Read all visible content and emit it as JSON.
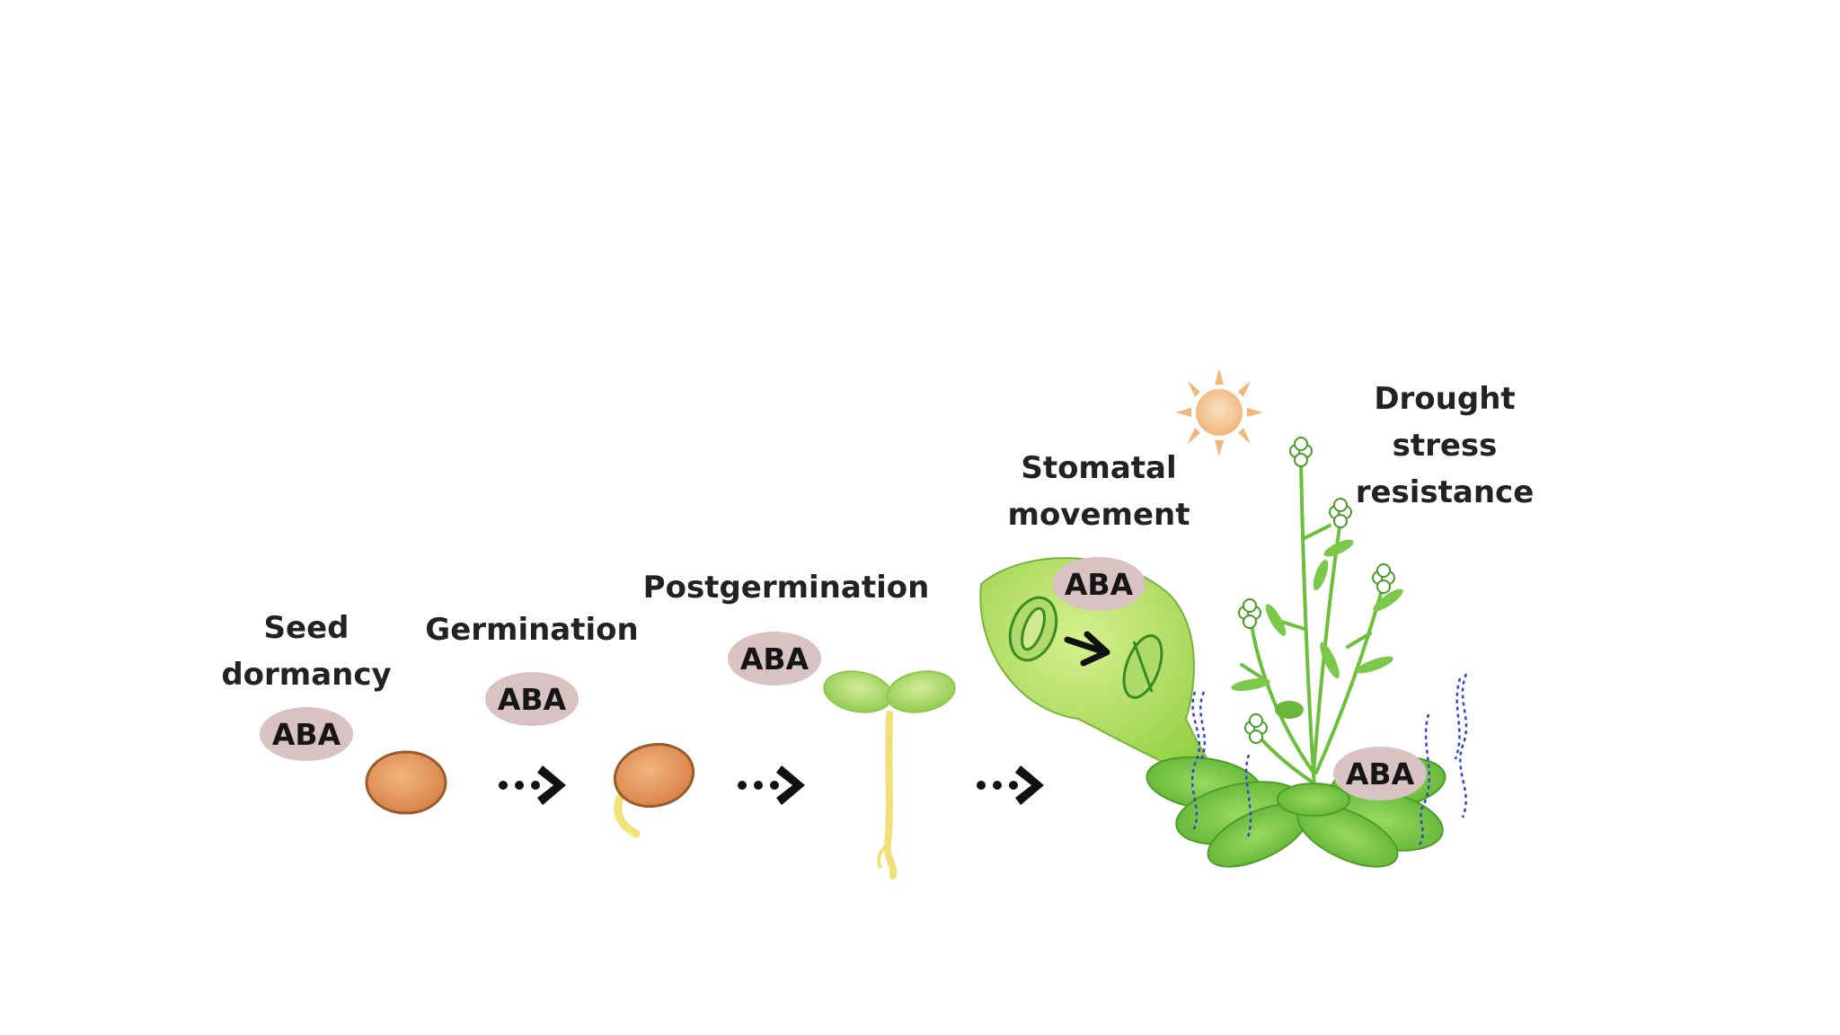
{
  "stages": [
    {
      "line1": "Seed",
      "line2": "dormancy"
    },
    {
      "line1": "Germination"
    },
    {
      "line1": "Postgermination"
    },
    {
      "line1": "Stomatal",
      "line2": "movement"
    },
    {
      "line1": "Drought",
      "line2": "stress",
      "line3": "resistance"
    }
  ],
  "hormone_label": "ABA",
  "colors": {
    "aba_badge": "#d9c2c2",
    "seed_fill": "#e0955a",
    "seed_outline": "#9a5a2a",
    "leaf_green": "#7ac943",
    "leaf_light": "#b6e07a",
    "radicle": "#f2e27a",
    "sun": "#f4c69a",
    "water_line": "#3344cc",
    "arrow": "#111111"
  },
  "icons": [
    "sun-icon",
    "dotted-arrow-icon",
    "stomata-icon",
    "root-water-icon"
  ]
}
